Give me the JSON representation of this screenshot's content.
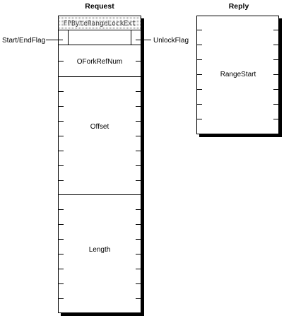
{
  "diagram": {
    "request": {
      "title": "Request",
      "command": "FPByteRangeLockExt",
      "start_end_flag": "Start/EndFlag",
      "unlock_flag": "UnlockFlag",
      "fork_ref_num": "OForkRefNum",
      "offset": "Offset",
      "length": "Length"
    },
    "reply": {
      "title": "Reply",
      "range_start": "RangeStart"
    }
  }
}
